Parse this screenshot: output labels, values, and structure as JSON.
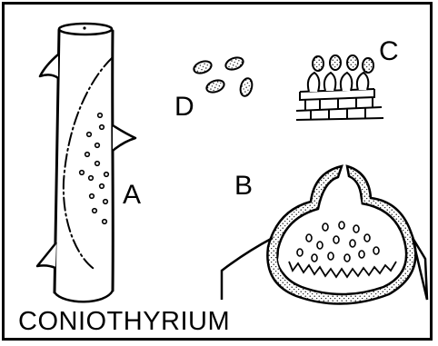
{
  "title": "CONIOTHYRIUM",
  "labels": {
    "a": "A",
    "b": "B",
    "c": "C",
    "d": "D"
  },
  "colors": {
    "ink": "#000000",
    "paper": "#ffffff"
  }
}
